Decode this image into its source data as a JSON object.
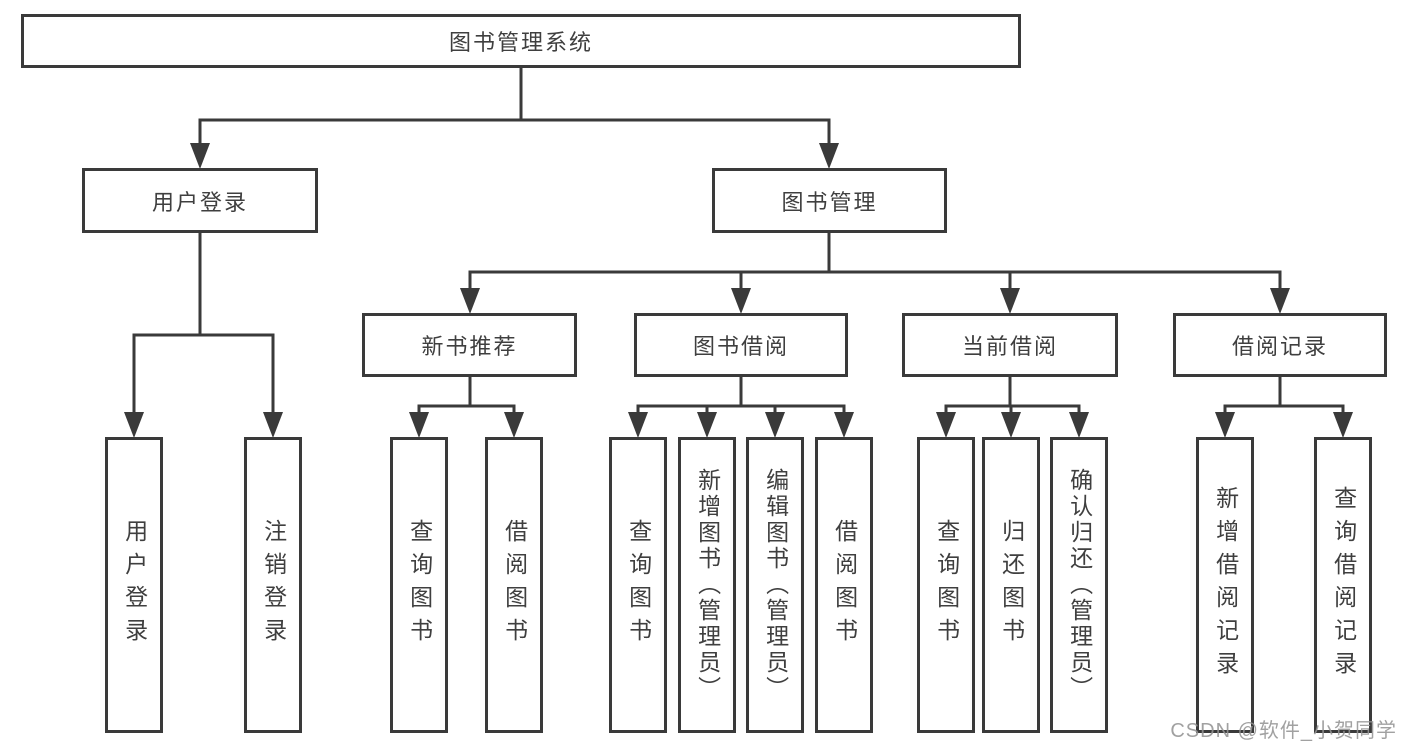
{
  "diagram": {
    "root": "图书管理系统",
    "user_login": {
      "label": "用户登录",
      "children": [
        "用户登录",
        "注销登录"
      ]
    },
    "book_mgmt": {
      "label": "图书管理",
      "sections": {
        "new_book": {
          "label": "新书推荐",
          "children": [
            "查询图书",
            "借阅图书"
          ]
        },
        "book_borrow": {
          "label": "图书借阅",
          "children": [
            "查询图书",
            "新增图书（管理员）",
            "编辑图书（管理员）",
            "借阅图书"
          ]
        },
        "current_borrow": {
          "label": "当前借阅",
          "children": [
            "查询图书",
            "归还图书",
            "确认归还（管理员）"
          ]
        },
        "borrow_record": {
          "label": "借阅记录",
          "children": [
            "新增借阅记录",
            "查询借阅记录"
          ]
        }
      }
    }
  },
  "watermark": "CSDN @软件_小贺同学",
  "colors": {
    "line": "#3a3a3a",
    "text": "#3f3f3f",
    "watermark": "#949494",
    "background": "#ffffff"
  }
}
